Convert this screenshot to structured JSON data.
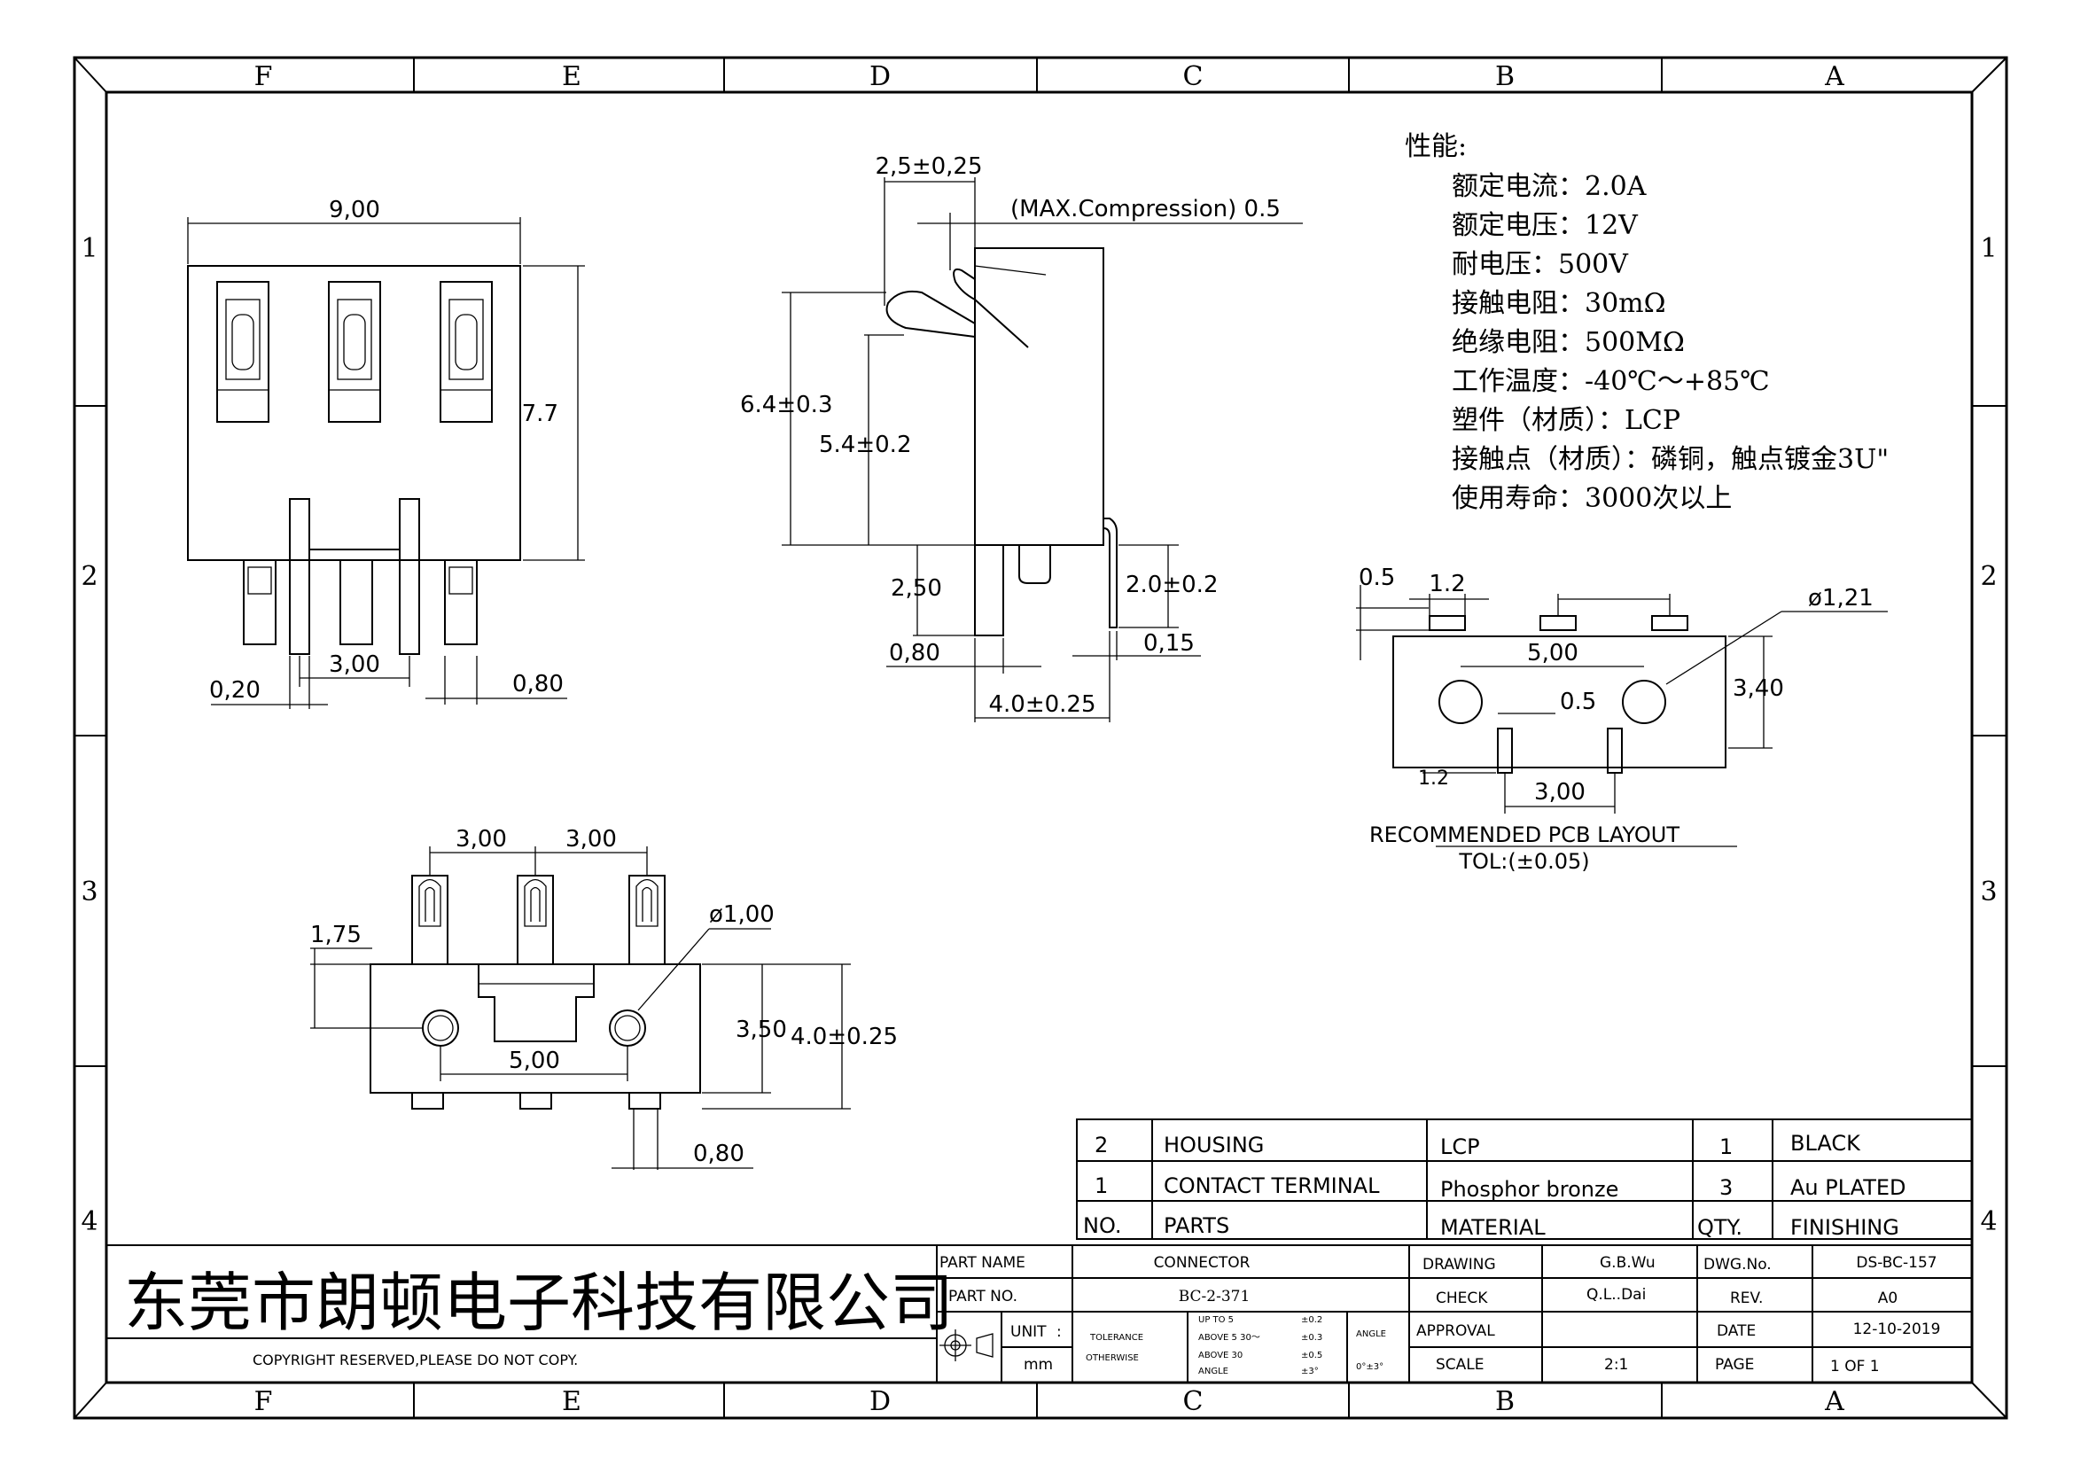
{
  "zones": {
    "cols": [
      "F",
      "E",
      "D",
      "C",
      "B",
      "A"
    ],
    "rows": [
      "1",
      "2",
      "3",
      "4"
    ]
  },
  "dims": {
    "front_width": "9,00",
    "front_height": "7.7",
    "front_pitch": "3,00",
    "front_pin_w": "0,20",
    "front_pin_gap": "0,80",
    "side_tip": "2,5±0,25",
    "side_max_comp": "(MAX.Compression) 0.5",
    "side_h1": "6.4±0.3",
    "side_h2": "5.4±0.2",
    "side_peg": "2,50",
    "side_tab": "2.0±0.2",
    "side_w1": "0,80",
    "side_w2": "0,15",
    "side_depth": "4.0±0.25",
    "pcb_pad_h": "0.5",
    "pcb_pad_w": "1.2",
    "pcb_pitch": "3,00",
    "pcb_hole": "ø1,21",
    "pcb_hole_spacing": "5,00",
    "pcb_offset": "0.5",
    "pcb_h": "3,40",
    "pcb_slot_h": "1.2",
    "pcb_slot_pitch": "3,00",
    "top_pitch_a": "3,00",
    "top_pitch_b": "3,00",
    "top_hole": "ø1,00",
    "top_contact_h": "1,75",
    "top_h1": "3,50",
    "top_h2": "4.0±0.25",
    "top_hole_spacing": "5,00",
    "top_pin": "0,80"
  },
  "pcb": {
    "title": "RECOMMENDED PCB LAYOUT",
    "tol": "TOL:(±0.05)"
  },
  "specs": [
    "性能:",
    "额定电流：2.0A",
    "额定电压：12V",
    "耐电压：500V",
    "接触电阻：30mΩ",
    "绝缘电阻：500MΩ",
    "工作温度：-40℃～+85℃",
    "塑件（材质）：LCP",
    "接触点（材质）：磷铜，触点镀金3U\"",
    "使用寿命：3000次以上"
  ],
  "bom": {
    "rows": [
      {
        "no": "2",
        "part": "HOUSING",
        "material": "LCP",
        "qty": "1",
        "finish": "BLACK"
      },
      {
        "no": "1",
        "part": "CONTACT TERMINAL",
        "material": "Phosphor bronze",
        "qty": "3",
        "finish": "Au PLATED"
      }
    ],
    "headers": {
      "no": "NO.",
      "part": "PARTS",
      "material": "MATERIAL",
      "qty": "QTY.",
      "finish": "FINISHING"
    }
  },
  "title_block": {
    "company": "东莞市朗顿电子科技有限公司",
    "copyright": "COPYRIGHT RESERVED,PLEASE DO NOT COPY.",
    "part_name_label": "PART NAME",
    "part_name": "CONNECTOR",
    "part_no_label": "PART NO.",
    "part_no": "BC-2-371",
    "unit_label": "UNIT",
    "unit_colon": ":",
    "unit": "mm",
    "tolerance": "TOLERANCE",
    "otherwise": "OTHERWISE",
    "tol_lines": [
      {
        "label": "UP TO 5",
        "val": "±0.2"
      },
      {
        "label": "ABOVE 5  30～",
        "val": "±0.3"
      },
      {
        "label": "ABOVE 30",
        "val": "±0.5"
      },
      {
        "label": "ANGLE",
        "val": "±3°"
      }
    ],
    "angle_label": "ANGLE",
    "angle_val": "0°±3°",
    "drawing_label": "DRAWING",
    "drawing": "G.B.Wu",
    "check_label": "CHECK",
    "check": "Q.L..Dai",
    "approval_label": "APPROVAL",
    "approval": "",
    "scale_label": "SCALE",
    "scale": "2:1",
    "dwg_label": "DWG.No.",
    "dwg": "DS-BC-157",
    "rev_label": "REV.",
    "rev": "A0",
    "date_label": "DATE",
    "date": "12-10-2019",
    "page_label": "PAGE",
    "page": "1 OF 1"
  }
}
